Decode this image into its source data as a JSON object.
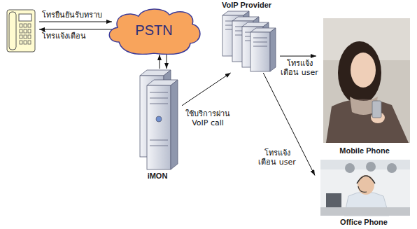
{
  "diagram": {
    "nodes": [
      {
        "text": [
          "PSTN"
        ]
      },
      {
        "text": [
          "VoIP Provider"
        ]
      },
      {
        "text": [
          "iMON"
        ]
      },
      {
        "text": [
          "Mobile Phone"
        ]
      },
      {
        "text": [
          "Office Phone"
        ]
      }
    ],
    "edges": [
      {
        "from": 2,
        "to": 0,
        "arrow": "to"
      },
      {
        "from": 0,
        "to": 2,
        "arrow": "to"
      },
      {
        "from": 2,
        "to": 1,
        "label": "ใช้บริการผ่าน VoIP call",
        "arrow": "to"
      },
      {
        "from": 1,
        "to": 3,
        "label": "โทรแจ้ง เตือน user",
        "arrow": "to"
      },
      {
        "from": 1,
        "to": 4,
        "label": "โทรแจ้ง เตือน user",
        "arrow": "to"
      }
    ],
    "labels": [
      "โทรยืนยันรับทราบ",
      "โทรแจ้งเตือน"
    ]
  }
}
